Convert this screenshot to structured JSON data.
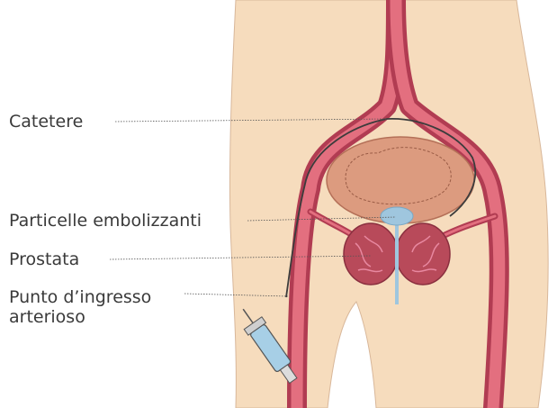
{
  "labels": {
    "catheter": "Catetere",
    "particles": "Particelle embolizzanti",
    "prostate": "Prostata",
    "entry_line1": "Punto d’ingresso",
    "entry_line2": "arterioso"
  },
  "colors": {
    "skin": "#f6dcbd",
    "artery": "#c84a5d",
    "artery_light": "#e36f7f",
    "bladder": "#dc9b7f",
    "prostate": "#b84a5a",
    "particles": "#9fc6de",
    "catheter": "#3c3c3c"
  },
  "icons": [
    "syringe-icon"
  ]
}
